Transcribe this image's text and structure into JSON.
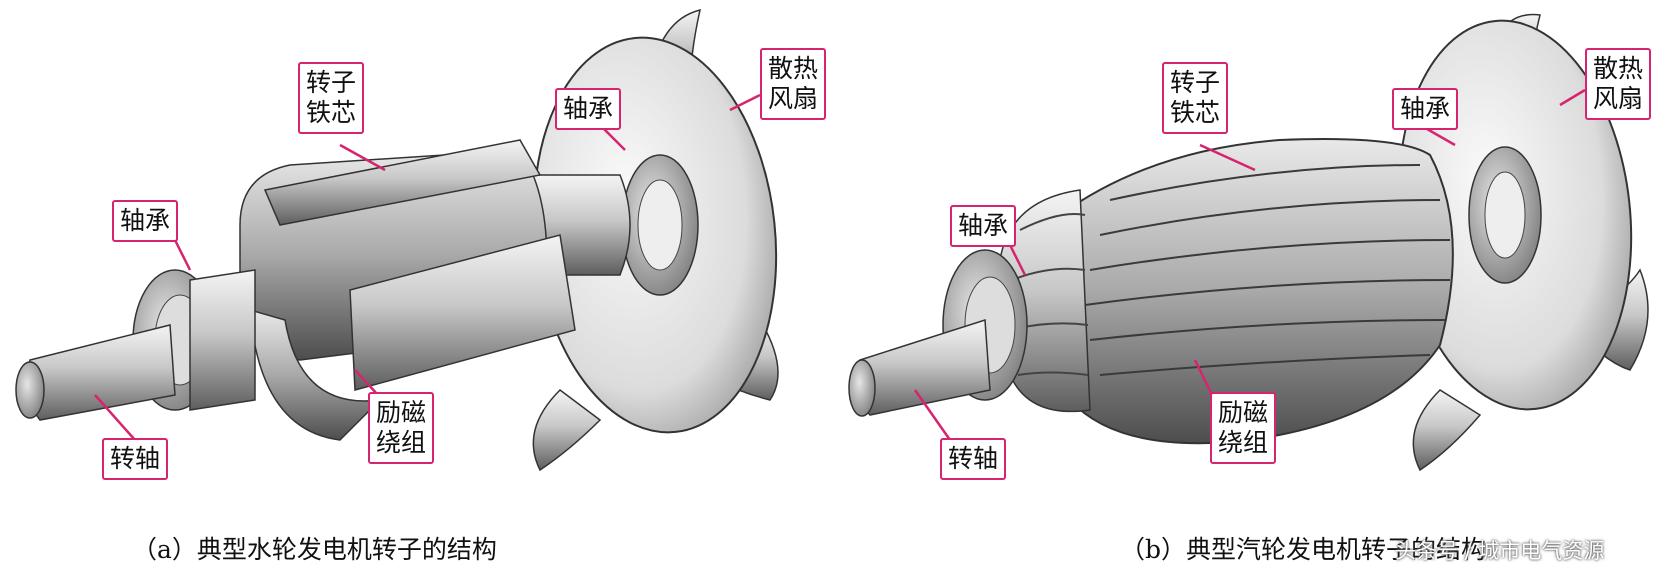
{
  "diagram_a": {
    "caption": "（a）典型水轮发电机转子的结构",
    "labels": {
      "rotor_core": [
        "转子",
        "铁芯"
      ],
      "bearing_right": "轴承",
      "fan": [
        "散热",
        "风扇"
      ],
      "bearing_left": "轴承",
      "shaft": "转轴",
      "winding": [
        "励磁",
        "绕组"
      ]
    }
  },
  "diagram_b": {
    "caption": "（b）典型汽轮发电机转子的结构",
    "labels": {
      "rotor_core": [
        "转子",
        "铁芯"
      ],
      "bearing_right": "轴承",
      "fan": [
        "散热",
        "风扇"
      ],
      "bearing_left": "轴承",
      "shaft": "转轴",
      "winding": [
        "励磁",
        "绕组"
      ]
    }
  },
  "watermark": "头条号 / 城市电气资源",
  "colors": {
    "callout_border": "#d6246e",
    "leader_line": "#d6246e",
    "metal_light": "#f2f2f2",
    "metal_dark": "#5a5a5a"
  }
}
